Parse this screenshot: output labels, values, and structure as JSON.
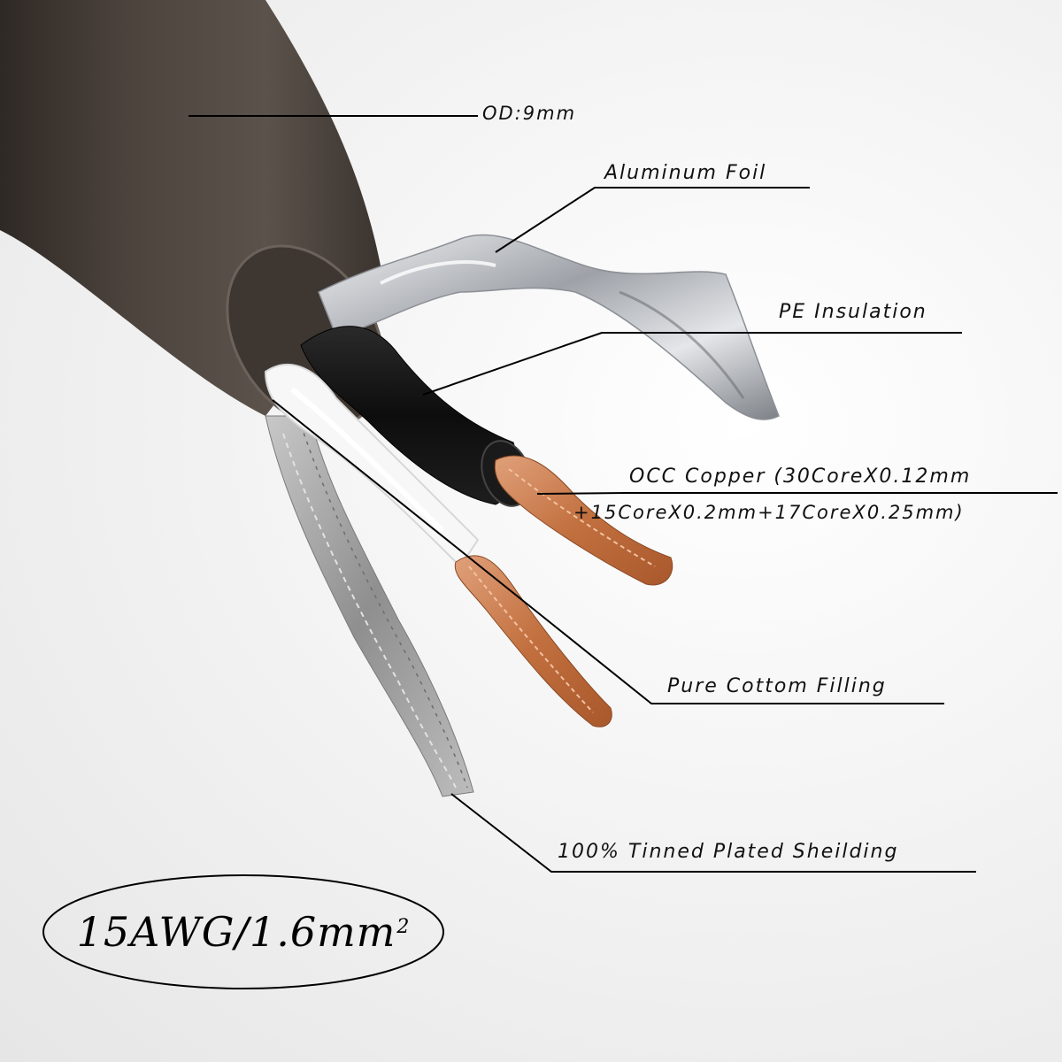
{
  "labels": {
    "od": "OD:9mm",
    "foil": "Aluminum Foil",
    "pe": "PE Insulation",
    "occ_line1": "OCC Copper (30CoreX0.12mm",
    "occ_line2": "+15CoreX0.2mm+17CoreX0.25mm)",
    "cotton": "Pure Cottom Filling",
    "shielding": "100% Tinned Plated Sheilding"
  },
  "gauge": {
    "text": "15AWG/1.6mm",
    "superscript": "2"
  },
  "colors": {
    "jacket": "#4a413b",
    "inner_insulation": "#141414",
    "copper": "#c97a4f",
    "foil": "#c9ccd0",
    "shield": "#a8a8a8",
    "cotton": "#f6f6f6"
  }
}
